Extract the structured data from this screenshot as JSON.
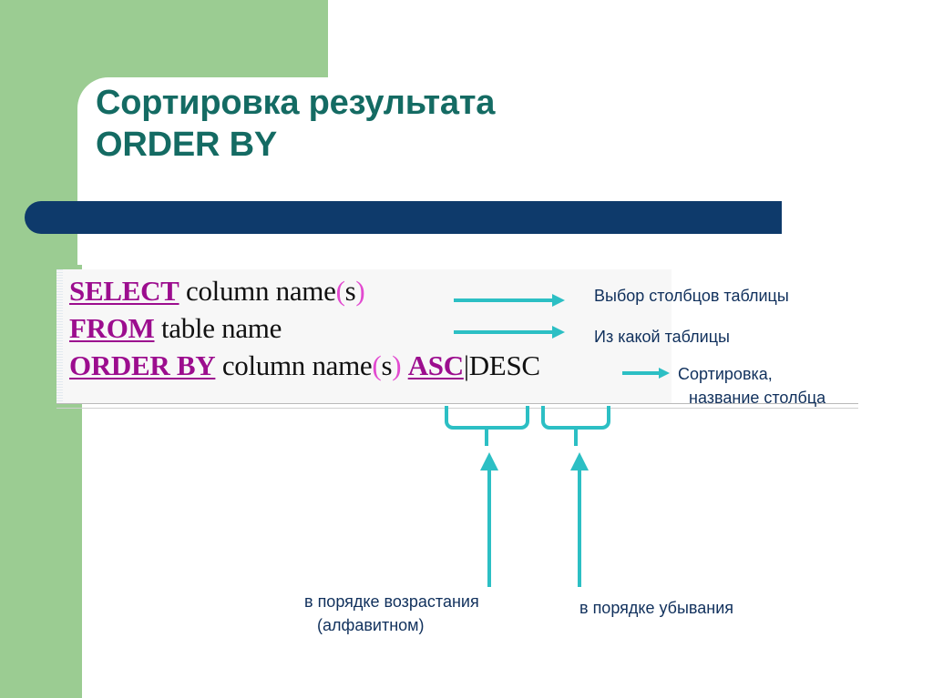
{
  "slide": {
    "title_line1": "Сортировка результата",
    "title_line2": "ORDER BY",
    "colors": {
      "green": "#9bcc92",
      "navy_bar": "#0e3a6b",
      "title_teal": "#146b63",
      "arrow_teal": "#2cbfc4",
      "keyword_purple": "#9c0d8e",
      "paren_magenta": "#e24ad0",
      "note_navy": "#10305c",
      "code_background": "#f7f7f7"
    }
  },
  "code": {
    "line1": {
      "keyword": "SELECT",
      "text": " column name",
      "paren_open": "(",
      "inner": "s",
      "paren_close": ")"
    },
    "line2": {
      "keyword": "FROM",
      "text": " table name"
    },
    "line3": {
      "keyword": "ORDER BY",
      "text": " column name",
      "paren_open": "(",
      "inner": "s",
      "paren_close": ") ",
      "keyword2": "ASC",
      "separator": "|",
      "tail": "DESC"
    }
  },
  "notes": {
    "note1": "Выбор столбцов таблицы",
    "note2": "Из какой таблицы",
    "note3_line1": "Сортировка,",
    "note3_line2": "название столбца"
  },
  "captions": {
    "ascending_line1": "в порядке возрастания",
    "ascending_line2": "(алфавитном)",
    "descending": "в порядке убывания"
  }
}
